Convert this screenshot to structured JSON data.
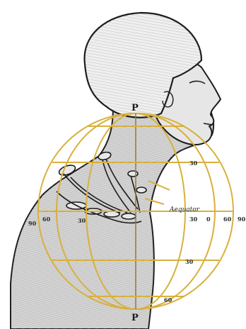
{
  "figure": {
    "labels": {
      "pole_top": "P",
      "pole_bottom": "P",
      "equator": "Aequator",
      "lat_30_upper": "30",
      "lat_30_lower": "30",
      "lat_60_lower": "60",
      "eq_left_90": "90",
      "eq_left_60": "60",
      "eq_left_30": "30",
      "eq_right_30": "30",
      "eq_right_0": "0",
      "eq_right_60": "60",
      "eq_right_90": "90"
    },
    "colors": {
      "grid": "#d8b03c",
      "ink": "#1c1c1c",
      "skin": "#d9d9d9",
      "hair": "#ededed",
      "paper": "#ffffff"
    }
  }
}
